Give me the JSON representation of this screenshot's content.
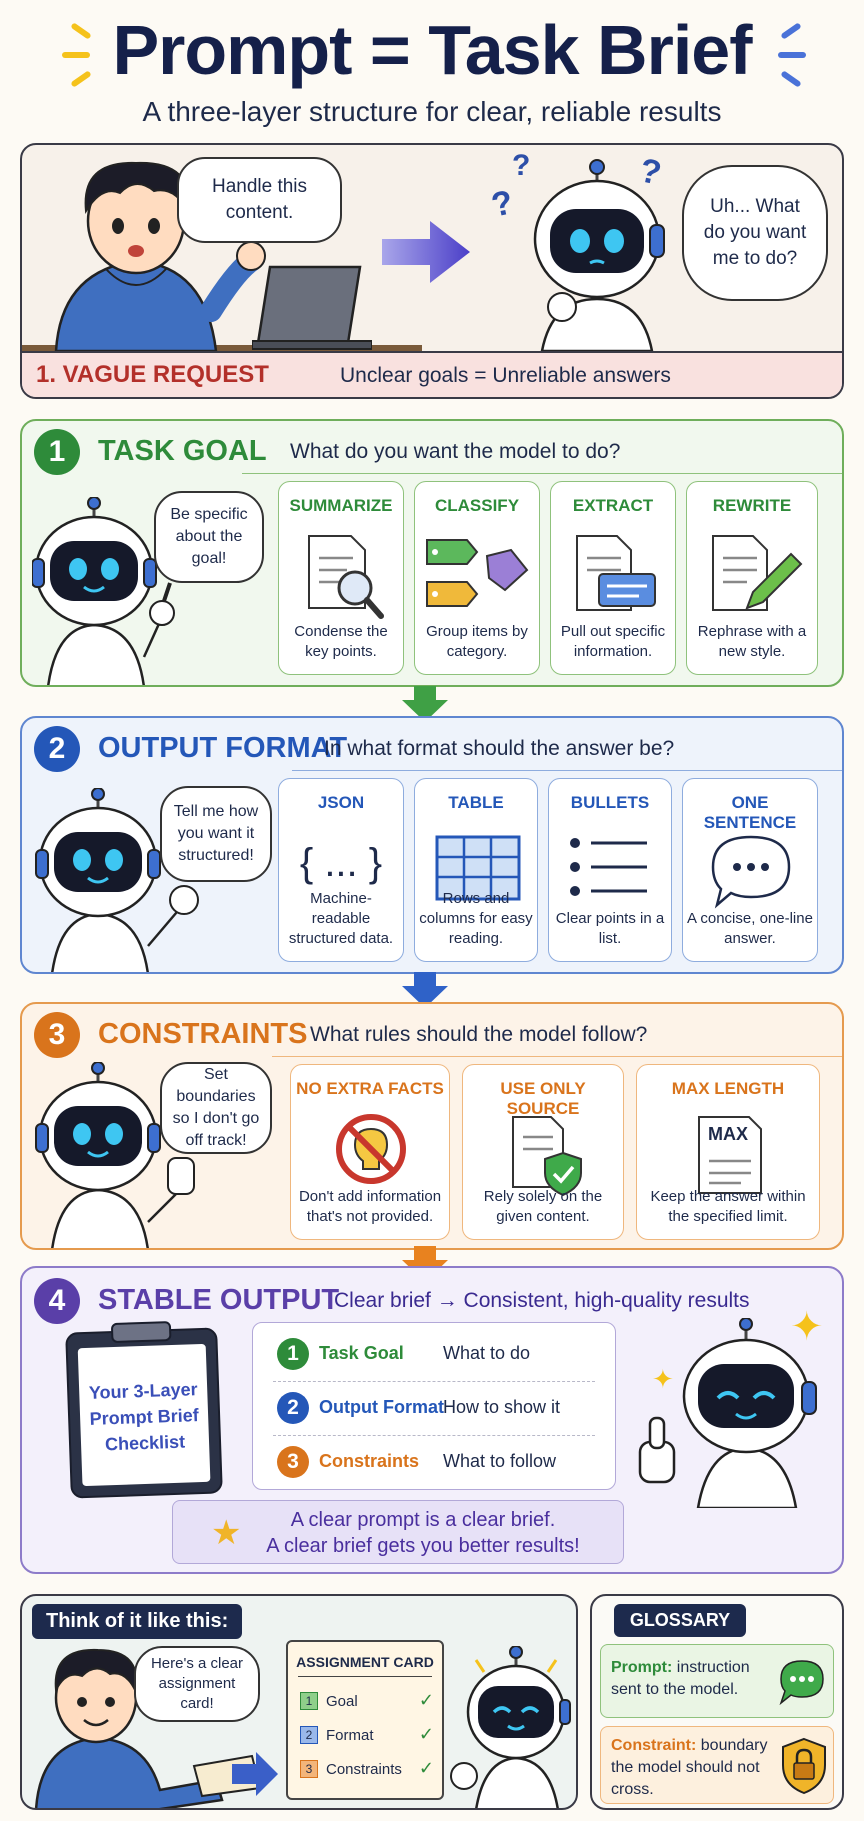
{
  "header": {
    "title": "Prompt = Task Brief",
    "subtitle": "A three-layer structure for clear, reliable results"
  },
  "vague": {
    "user_bubble": "Handle this content.",
    "robot_bubble": "Uh... What do you want me to do?",
    "label": "1. VAGUE REQUEST",
    "tagline": "Unclear goals = Unreliable answers"
  },
  "task_goal": {
    "number": "1",
    "title": "TASK GOAL",
    "question": "What do you want the model to do?",
    "bubble": "Be specific about the goal!",
    "color": "#2e8b3a",
    "cards": [
      {
        "title": "SUMMARIZE",
        "desc": "Condense the key points.",
        "icon": "document-magnifier-icon"
      },
      {
        "title": "CLASSIFY",
        "desc": "Group items by category.",
        "icon": "tags-icon"
      },
      {
        "title": "EXTRACT",
        "desc": "Pull out specific information.",
        "icon": "document-extract-icon"
      },
      {
        "title": "REWRITE",
        "desc": "Rephrase with a new style.",
        "icon": "document-pencil-icon"
      }
    ]
  },
  "output_format": {
    "number": "2",
    "title": "OUTPUT FORMAT",
    "question": "In what format should the answer be?",
    "bubble": "Tell me how you want it structured!",
    "color": "#2457b8",
    "cards": [
      {
        "title": "JSON",
        "desc": "Machine-readable structured data.",
        "icon": "json-braces-icon",
        "glyph": "{ ... }"
      },
      {
        "title": "TABLE",
        "desc": "Rows and columns for easy reading.",
        "icon": "table-grid-icon"
      },
      {
        "title": "BULLETS",
        "desc": "Clear points in a list.",
        "icon": "bullet-list-icon"
      },
      {
        "title": "ONE SENTENCE",
        "desc": "A concise, one-line answer.",
        "icon": "speech-bubble-icon",
        "glyph": "• • •"
      }
    ]
  },
  "constraints": {
    "number": "3",
    "title": "CONSTRAINTS",
    "question": "What rules should the model follow?",
    "bubble": "Set boundaries so I don't go off track!",
    "color": "#d9741c",
    "cards": [
      {
        "title": "NO EXTRA FACTS",
        "desc": "Don't add information that's not provided.",
        "icon": "no-bulb-icon"
      },
      {
        "title": "USE ONLY SOURCE",
        "desc": "Rely solely on the given content.",
        "icon": "document-shield-icon"
      },
      {
        "title": "MAX LENGTH",
        "desc": "Keep the answer within the specified limit.",
        "icon": "max-document-icon",
        "glyph": "MAX"
      }
    ]
  },
  "stable": {
    "number": "4",
    "title": "STABLE OUTPUT",
    "tagline": "Clear brief → Consistent, high-quality results",
    "color": "#5a3fa8",
    "clipboard": "Your 3-Layer Prompt Brief Checklist",
    "checklist": [
      {
        "n": "1",
        "name": "Task Goal",
        "desc": "What to do",
        "color": "#2e8b3a"
      },
      {
        "n": "2",
        "name": "Output Format",
        "desc": "How to show it",
        "color": "#2457b8"
      },
      {
        "n": "3",
        "name": "Constraints",
        "desc": "What to follow",
        "color": "#d9741c"
      }
    ],
    "banner_line1": "A clear prompt is a clear brief.",
    "banner_line2": "A clear brief gets you better results!"
  },
  "analogy": {
    "label": "Think of it like this:",
    "bubble": "Here's a clear assignment card!",
    "card_title": "ASSIGNMENT CARD",
    "items": [
      {
        "n": "1",
        "label": "Goal",
        "color": "#2e8b3a"
      },
      {
        "n": "2",
        "label": "Format",
        "color": "#2457b8"
      },
      {
        "n": "3",
        "label": "Constraints",
        "color": "#d9741c"
      }
    ]
  },
  "glossary": {
    "label": "GLOSSARY",
    "terms": [
      {
        "term": "Prompt:",
        "def": "instruction sent to the model.",
        "color": "#2e8b3a",
        "icon": "chat-icon"
      },
      {
        "term": "Constraint:",
        "def": "boundary the model should not cross.",
        "color": "#d9741c",
        "icon": "lock-shield-icon"
      }
    ]
  }
}
